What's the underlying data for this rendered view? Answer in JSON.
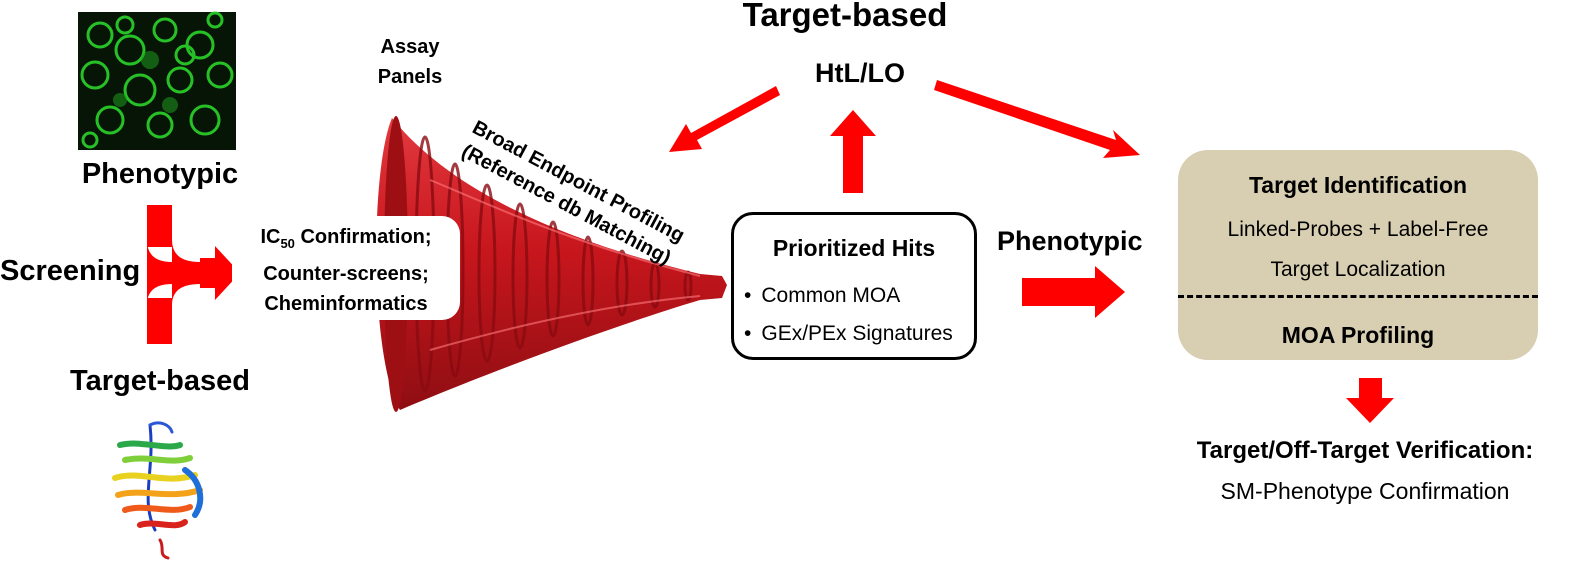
{
  "left": {
    "phenotypic_label": "Phenotypic",
    "screening_label": "Screening",
    "target_based_label": "Target-based"
  },
  "confirmation": {
    "line1_prefix": "IC",
    "line1_subscript": "50",
    "line1_suffix": " Confirmation;",
    "line2": "Counter-screens;",
    "line3": "Cheminformatics"
  },
  "assay_panels": {
    "line1": "Assay",
    "line2": "Panels"
  },
  "profiling": {
    "line1": "Broad Endpoint Profiling",
    "line2": "(Reference db Matching)"
  },
  "hits": {
    "title": "Prioritized Hits",
    "items": [
      "Common MOA",
      "GEx/PEx Signatures"
    ]
  },
  "top": {
    "title": "Target-based",
    "htl_label": "HtL/LO"
  },
  "middle": {
    "phenotypic_label": "Phenotypic"
  },
  "target_panel": {
    "title": "Target Identification",
    "line1": "Linked-Probes + Label-Free",
    "line2": "Target Localization",
    "moa_label": "MOA Profiling"
  },
  "verification": {
    "title": "Target/Off-Target Verification:",
    "subtitle": "SM-Phenotype Confirmation"
  },
  "colors": {
    "arrow_red": "#ff0000",
    "funnel_red": "#c8161d",
    "panel_beige": "#d8cfb2",
    "cells_green": "#2bd42b"
  }
}
